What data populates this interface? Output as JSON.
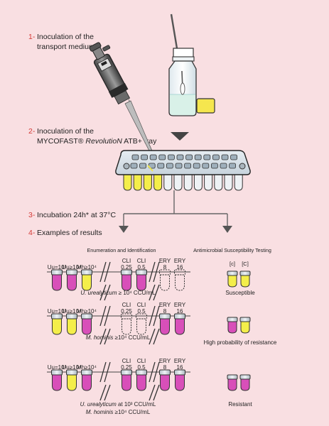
{
  "steps": [
    {
      "num": "1-",
      "line1": "Inoculation of the",
      "line2": "transport medium"
    },
    {
      "num": "2-",
      "line1": "Inoculation of the",
      "line2_brand": "MYCOFAST®",
      "line2_product": "RevolutioN",
      "line2_tail": "ATB+ tray"
    },
    {
      "num": "3-",
      "text": "Incubation 24h* at 37°C"
    },
    {
      "num": "4-",
      "text": "Examples of results"
    }
  ],
  "headers": {
    "left": "Enumeration and Identification",
    "right": "Antimicrobial Susceptibility Testing"
  },
  "column_labels": {
    "uu3": "Uu=10³",
    "uu4": "Uu≥10⁴",
    "mh4": "Mh≥10⁴",
    "cli025_top": "CLI",
    "cli025_bottom": "0.25",
    "cli05_top": "CLI",
    "cli05_bottom": "0.5",
    "ery8_top": "ERY",
    "ery8_bottom": "8",
    "ery16_top": "ERY",
    "ery16_bottom": "16"
  },
  "ast_bracket_labels": [
    "[c]",
    "[C]"
  ],
  "rows": [
    {
      "caption_species": "U. urealyticum",
      "caption_value": "≥ 10⁴ CCU/mL",
      "result": "Susceptible",
      "wells": [
        "pink",
        "pink",
        "yellow",
        "pink",
        "pink",
        "empty",
        "empty"
      ],
      "ast_wells": [
        "yellow",
        "yellow"
      ]
    },
    {
      "caption_species": "M. hominis",
      "caption_value": "≥10⁴ CCU/mL",
      "result": "High probability of resistance",
      "wells": [
        "yellow",
        "yellow",
        "pink",
        "empty",
        "empty",
        "pink",
        "pink"
      ],
      "ast_wells": [
        "pink",
        "yellow"
      ]
    },
    {
      "caption_species": "U. urealyticum",
      "caption_value": "at 10³ CCU/mL",
      "caption_species_2": "M. hominis",
      "caption_value_2": "≥10⁴ CCU/mL",
      "result": "Resistant",
      "wells": [
        "pink",
        "yellow",
        "pink",
        "pink",
        "pink",
        "pink",
        "pink"
      ],
      "ast_wells": [
        "pink",
        "pink"
      ]
    }
  ],
  "colors": {
    "background": "#f9dfe2",
    "pink": "#d84fb9",
    "yellow": "#f4ee4a",
    "step_number": "#d33a36",
    "liquid": "#d9f1e8"
  }
}
